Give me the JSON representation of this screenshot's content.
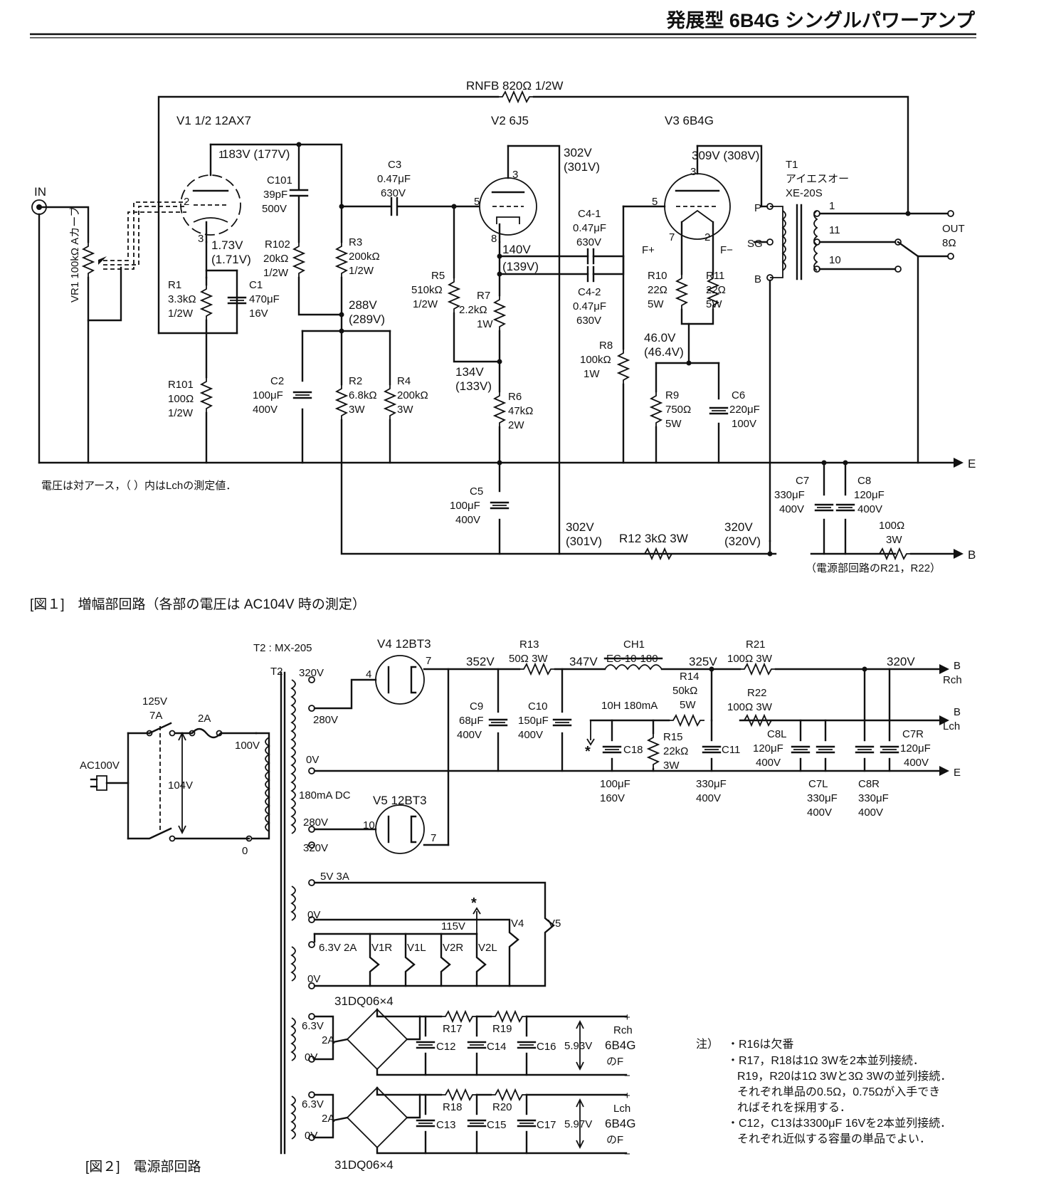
{
  "header": {
    "title": "発展型 6B4G シングルパワーアンプ"
  },
  "fig1": {
    "caption": "[図１]　増幅部回路（各部の電圧は AC104V 時の測定）",
    "note": "電圧は対アース，（ ）内はLchの測定値．",
    "rnfb": "RNFB 820Ω 1/2W",
    "v1": "V1 1/2 12AX7",
    "v2": "V2 6J5",
    "v3": "V3 6B4G",
    "in": "IN",
    "vr1": "VR1 100kΩ Aカーブ",
    "v1_183": "183V (177V)",
    "v1_173": "1.73V",
    "v1_171": "(1.71V)",
    "c101a": "C101",
    "c101b": "39pF",
    "c101c": "500V",
    "r102a": "R102",
    "r102b": "20kΩ",
    "r102c": "1/2W",
    "r1a": "R1",
    "r1b": "3.3kΩ",
    "r1c": "1/2W",
    "c1a": "C1",
    "c1b": "470μF",
    "c1c": "16V",
    "r101a": "R101",
    "r101b": "100Ω",
    "r101c": "1/2W",
    "c2a": "C2",
    "c2b": "100μF",
    "c2c": "400V",
    "c3a": "C3",
    "c3b": "0.47μF",
    "c3c": "630V",
    "r3a": "R3",
    "r3b": "200kΩ",
    "r3c": "1/2W",
    "v288a": "288V",
    "v288b": "(289V)",
    "r2a": "R2",
    "r2b": "6.8kΩ",
    "r2c": "3W",
    "r4a": "R4",
    "r4b": "200kΩ",
    "r4c": "3W",
    "v302a": "302V",
    "v302b": "(301V)",
    "r5a": "R5",
    "r5b": "510kΩ",
    "r5c": "1/2W",
    "v140a": "140V",
    "v140b": "(139V)",
    "r7a": "R7",
    "r7b": "2.2kΩ",
    "r7c": "1W",
    "v134a": "134V",
    "v134b": "(133V)",
    "r6a": "R6",
    "r6b": "47kΩ",
    "r6c": "2W",
    "c5a": "C5",
    "c5b": "100μF",
    "c5c": "400V",
    "c41a": "C4-1",
    "c41b": "0.47μF",
    "c41c": "630V",
    "c42a": "C4-2",
    "c42b": "0.47μF",
    "c42c": "630V",
    "r8a": "R8",
    "r8b": "100kΩ",
    "r8c": "1W",
    "v309": "309V (308V)",
    "fp": "F+",
    "fm": "F−",
    "r10a": "R10",
    "r10b": "22Ω",
    "r10c": "5W",
    "r11a": "R11",
    "r11b": "22Ω",
    "r11c": "5W",
    "v46a": "46.0V",
    "v46b": "(46.4V)",
    "r9a": "R9",
    "r9b": "750Ω",
    "r9c": "5W",
    "c6a": "C6",
    "c6b": "220μF",
    "c6c": "100V",
    "t1a": "T1",
    "t1b": "アイエスオー",
    "t1c": "XE-20S",
    "p": "P",
    "sg": "SG",
    "b": "B",
    "out": "OUT",
    "ohm": "8Ω",
    "e": "E",
    "bout": "B",
    "c7a": "C7",
    "c7b": "330μF",
    "c7c": "400V",
    "c8a": "C8",
    "c8b": "120μF",
    "c8c": "400V",
    "r100a": "100Ω",
    "r100b": "3W",
    "v302c": "302V",
    "v302d": "(301V)",
    "r12": "R12 3kΩ 3W",
    "v320a": "320V",
    "v320b": "(320V)",
    "psu_ref": "（電源部回路のR21，R22）"
  },
  "fig2": {
    "caption": "[図２]　電源部回路",
    "t2": "T2 : MX-205",
    "t2b": "T2",
    "ac": "AC100V",
    "v125": "125V",
    "a7": "7A",
    "a2": "2A",
    "v104": "104V",
    "v100": "100V",
    "zero": "0",
    "t320": "320V",
    "t280": "280V",
    "t0v": "0V",
    "t180": "180mA DC",
    "t280b": "280V",
    "t320b": "320V",
    "v4": "V4 12BT3",
    "v5": "V5 12BT3",
    "v352": "352V",
    "v347": "347V",
    "v325": "325V",
    "v320": "320V",
    "r13a": "R13",
    "r13b": "50Ω 3W",
    "ch1a": "CH1",
    "ch1b": "EC-10-180",
    "ch1c": "10H 180mA",
    "r14a": "R14",
    "r14b": "50kΩ",
    "r14c": "5W",
    "r21a": "R21",
    "r21b": "100Ω 3W",
    "r22a": "R22",
    "r22b": "100Ω 3W",
    "brch": "B",
    "rch": "Rch",
    "blch": "B",
    "lch": "Lch",
    "e": "E",
    "c9a": "C9",
    "c9b": "68μF",
    "c9c": "400V",
    "c10a": "C10",
    "c10b": "150μF",
    "c10c": "400V",
    "c18": "C18",
    "c18b": "100μF",
    "c18c": "160V",
    "r15a": "R15",
    "r15b": "22kΩ",
    "r15c": "3W",
    "c11": "C11",
    "c11b": "330μF",
    "c11c": "400V",
    "c8la": "C8L",
    "c8lb": "120μF",
    "c8lc": "400V",
    "c7ra": "C7R",
    "c7rb": "120μF",
    "c7rc": "400V",
    "c7la": "C7L",
    "c7lb": "330μF",
    "c7lc": "400V",
    "c8ra": "C8R",
    "c8rb": "330μF",
    "c8rc": "400V",
    "star": "*",
    "h5v": "5V 3A",
    "h0v": "0V",
    "h63": "6.3V 2A",
    "h0v2": "0V",
    "v115": "115V",
    "v1r": "V1R",
    "v1l": "V1L",
    "v2r": "V2R",
    "v2l": "V2L",
    "v4h": "V4",
    "v5h": "V5",
    "diode1": "31DQ06×4",
    "diode2": "31DQ06×4",
    "d63a": "6.3V",
    "d2a": "2A",
    "d0v": "0V",
    "d63b": "6.3V",
    "d2b": "2A",
    "d0vb": "0V",
    "r17": "R17",
    "r19": "R19",
    "r18": "R18",
    "r20": "R20",
    "c12": "C12",
    "c14": "C14",
    "c16": "C16",
    "c13": "C13",
    "c15": "C15",
    "c17": "C17",
    "v593": "5.93V",
    "v597": "5.97V",
    "plus": "+",
    "minus": "−",
    "rch2": "Rch",
    "lch2": "Lch",
    "tube": "6B4G",
    "of": "のF",
    "note_head": "注）",
    "note1": "・R16は欠番",
    "note2": "・R17，R18は1Ω 3Wを2本並列接続．",
    "note3": "R19，R20は1Ω 3Wと3Ω 3Wの並列接続．",
    "note4": "それぞれ単品の0.5Ω，0.75Ωが入手でき",
    "note5": "ればそれを採用する．",
    "note6": "・C12，C13は3300μF 16Vを2本並列接続．",
    "note7": "それぞれ近似する容量の単品でよい．"
  }
}
